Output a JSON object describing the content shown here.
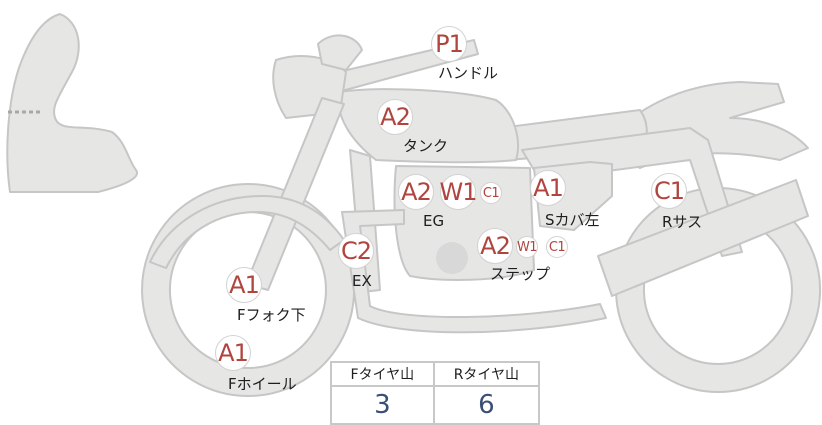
{
  "badges": {
    "handle": "P1",
    "tank": "A2",
    "engine_a": "A2",
    "engine_w": "W1",
    "engine_c": "C1",
    "scover_left": "A1",
    "rear_sus": "C1",
    "exhaust": "C2",
    "step_a": "A2",
    "step_w": "W1",
    "step_c": "C1",
    "front_fork": "A1",
    "front_wheel": "A1"
  },
  "labels": {
    "handle": "ハンドル",
    "tank": "タンク",
    "engine": "EG",
    "scover_left": "Sカバ左",
    "rear_sus": "Rサス",
    "exhaust": "EX",
    "step": "ステップ",
    "front_fork": "Fフォク下",
    "front_wheel": "Fホイール"
  },
  "tire_table": {
    "headers": [
      "Fタイヤ山",
      "Rタイヤ山"
    ],
    "values": [
      "3",
      "6"
    ]
  },
  "colors": {
    "part_fill": "#e6e6e4",
    "part_stroke": "#c6c6c6",
    "badge_text": "#b0453f",
    "value_text": "#3a4f75"
  }
}
